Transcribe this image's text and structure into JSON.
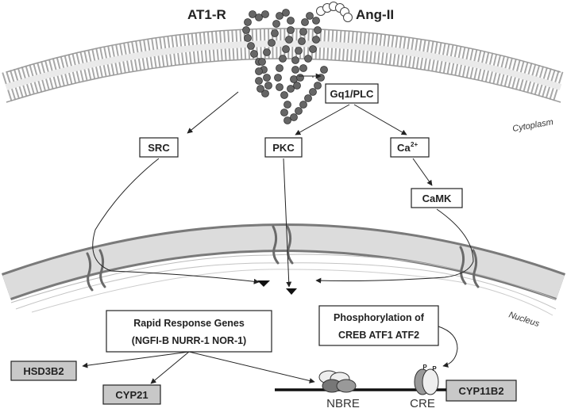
{
  "receptor": {
    "name": "AT1-R",
    "ligand": "Ang-II"
  },
  "compartments": {
    "cytoplasm": "Cytoplasm",
    "nucleus": "Nucleus"
  },
  "nodes": {
    "gq": "Gq1/PLC",
    "src": "SRC",
    "pkc": "PKC",
    "ca": "Ca",
    "ca_sup": "2+",
    "camk": "CaMK"
  },
  "rapid_genes": {
    "title": "Rapid Response Genes",
    "list": "(NGFI-B   NURR-1   NOR-1)"
  },
  "phospho": {
    "line1": "Phosphorylation of",
    "line2": "CREB ATF1 ATF2"
  },
  "targets": {
    "hsd3b2": "HSD3B2",
    "cyp21": "CYP21",
    "cyp11b2": "CYP11B2"
  },
  "elements": {
    "nbre": "NBRE",
    "cre": "CRE",
    "p": "P"
  },
  "colors": {
    "gray_box": "#c8c8c8",
    "membrane": "#b0b0b0",
    "nuclear": "#d8d8d8",
    "receptor": "#666666"
  }
}
